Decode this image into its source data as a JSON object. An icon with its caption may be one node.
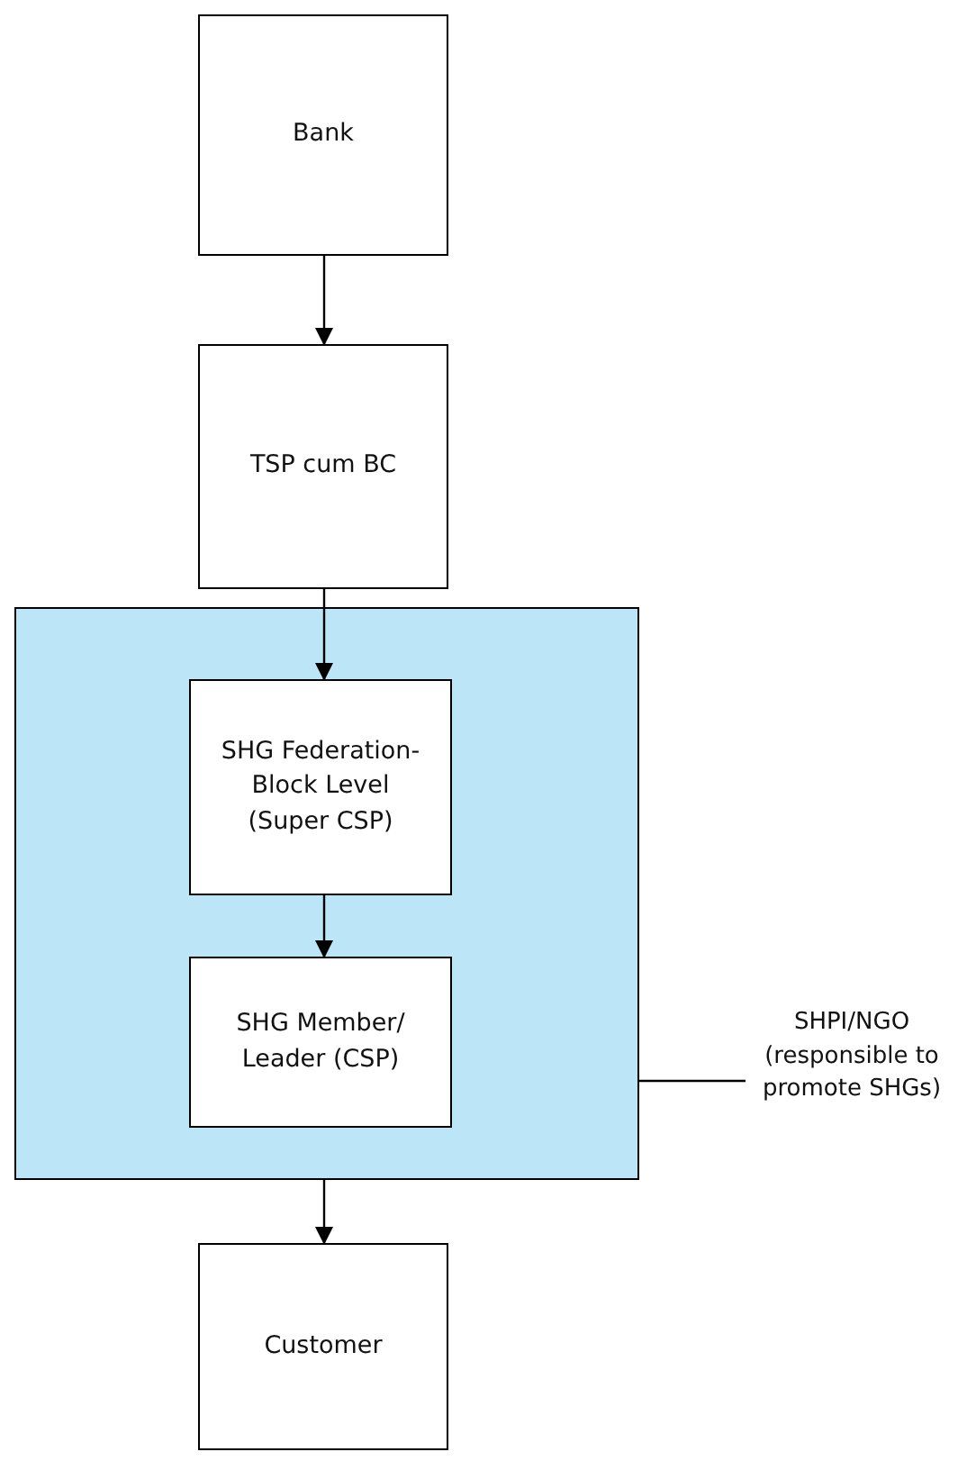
{
  "diagram": {
    "nodes": [
      {
        "text": [
          "Bank"
        ]
      },
      {
        "text": [
          "TSP cum BC"
        ]
      },
      {
        "text": [],
        "shape": "box"
      },
      {
        "text": [
          "SHG Federation- Block Level (Super CSP)"
        ],
        "in": 2
      },
      {
        "text": [
          "SHG Member/ Leader (CSP)"
        ],
        "in": 2
      },
      {
        "text": [
          "Customer"
        ]
      },
      {
        "text": [
          "SHPI/NGO (responsible to promote SHGs)"
        ]
      }
    ],
    "edges": [
      {
        "from": 0,
        "to": 1,
        "arrow": "to"
      },
      {
        "from": 1,
        "to": 3,
        "arrow": "to"
      },
      {
        "from": 3,
        "to": 4,
        "arrow": "to"
      },
      {
        "from": 2,
        "to": 5,
        "arrow": "to"
      },
      {
        "from": 6,
        "to": 2,
        "arrow": "none"
      }
    ]
  }
}
